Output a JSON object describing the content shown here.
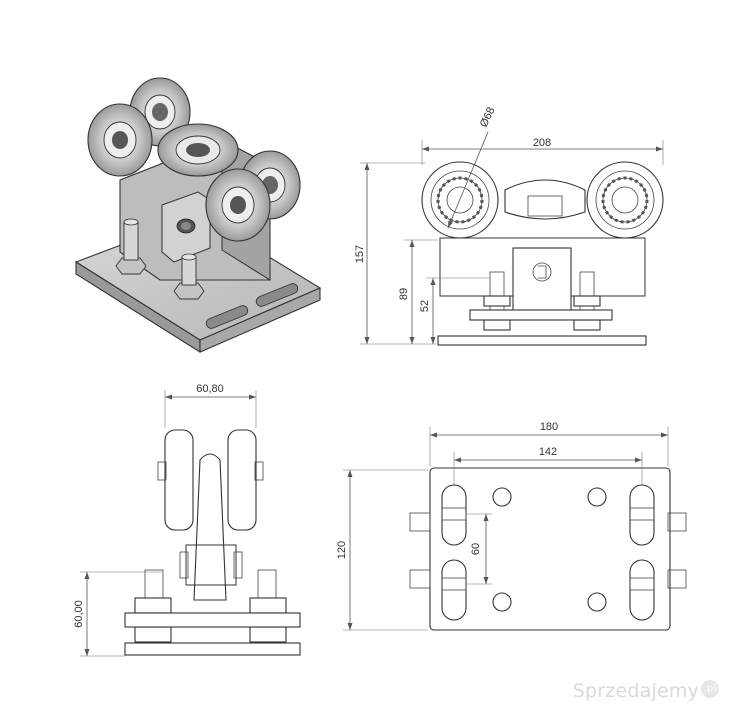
{
  "dimensions": {
    "diameter": "Ø68",
    "side_width": "208",
    "side_height": "157",
    "side_mid_height": "89",
    "side_low_height": "52",
    "front_width": "60,80",
    "front_height": "60,00",
    "top_width": "180",
    "top_hole_span": "142",
    "top_height": "120",
    "top_hole_pitch": "60"
  },
  "watermark": {
    "text": "Sprzedajemy",
    "tld": ".pl"
  }
}
